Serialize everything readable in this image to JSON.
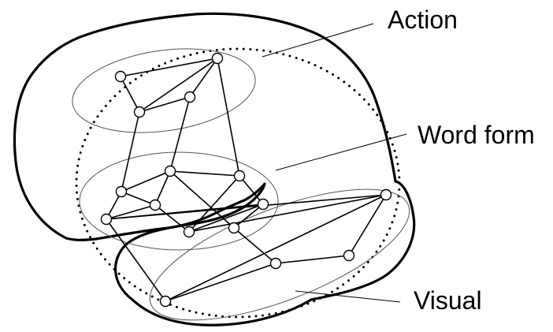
{
  "labels": {
    "action": "Action",
    "word_form": "Word form",
    "visual": "Visual"
  },
  "colors": {
    "stroke": "#000000",
    "region_outline": "#555555",
    "node_fill": "#ffffff",
    "background": "#ffffff"
  }
}
